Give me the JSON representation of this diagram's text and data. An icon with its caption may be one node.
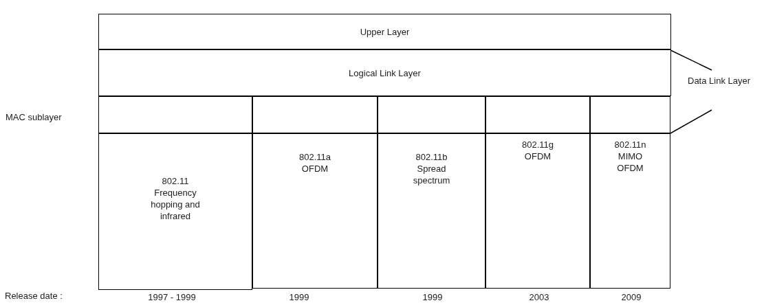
{
  "diagram": {
    "nodes": [
      {
        "text": [
          "Upper Layer"
        ]
      },
      {
        "text": [
          "Logical Link Layer"
        ]
      },
      {
        "text": [],
        "shape": "box"
      },
      {
        "text": [],
        "shape": "box"
      },
      {
        "text": [],
        "shape": "box"
      },
      {
        "text": [],
        "shape": "box"
      },
      {
        "text": [],
        "shape": "box"
      },
      {
        "text": [
          "802.11",
          "Frequency hopping and infrared"
        ],
        "beside": [
          "1997 - 1999"
        ]
      },
      {
        "text": [
          "802.11a",
          "OFDM"
        ],
        "beside": [
          "1999"
        ]
      },
      {
        "text": [
          "802.11b",
          "Spread spectrum"
        ],
        "beside": [
          "1999"
        ]
      },
      {
        "text": [
          "802.11g",
          "OFDM"
        ],
        "beside": [
          "2003"
        ]
      },
      {
        "text": [
          "802.11n",
          "MIMO OFDM"
        ],
        "beside": [
          "2009"
        ]
      }
    ],
    "labels": [
      "Data Link Layer",
      "MAC sublayer",
      "Release date :"
    ]
  }
}
